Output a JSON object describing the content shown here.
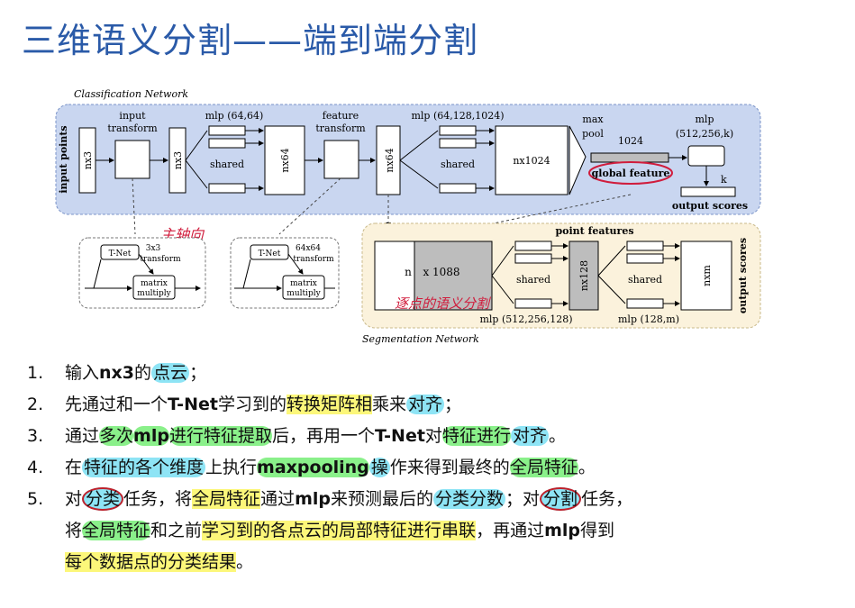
{
  "slide": {
    "title": "三维语义分割——端到端分割"
  },
  "diagram": {
    "classification_label": "Classification Network",
    "segmentation_label": "Segmentation Network",
    "input_points": "input points",
    "nx3_a": "nx3",
    "nx3_b": "nx3",
    "input_transform": [
      "input",
      "transform"
    ],
    "mlp1": "mlp (64,64)",
    "shared1": "shared",
    "nx64_a": "nx64",
    "feature_transform": [
      "feature",
      "transform"
    ],
    "nx64_b": "nx64",
    "mlp2": "mlp (64,128,1024)",
    "shared2": "shared",
    "nx1024": "nx1024",
    "max_pool": [
      "max",
      "pool"
    ],
    "v1024": "1024",
    "global_feature": "global feature",
    "mlp3": "mlp",
    "mlp3_params": "(512,256,k)",
    "k": "k",
    "output_scores": "output scores",
    "tnet1": "T-Net",
    "tnet1_transform": [
      "3x3",
      "transform"
    ],
    "matrix_multiply1": [
      "matrix",
      "multiply"
    ],
    "tnet2": "T-Net",
    "tnet2_transform": [
      "64x64",
      "transform"
    ],
    "matrix_multiply2": [
      "matrix",
      "multiply"
    ],
    "point_features": "point features",
    "n_label": "n",
    "x1088": "x 1088",
    "shared3": "shared",
    "nx128": "nx128",
    "shared4": "shared",
    "nxm": "nxm",
    "output_scores_seg": "output scores",
    "mlp4": "mlp (512,256,128)",
    "mlp5": "mlp (128,m)",
    "handwritten1": "主轴向",
    "handwritten2": "逐点的语义分割"
  },
  "list": [
    {
      "num": "1.",
      "parts": [
        [
          "输入",
          ""
        ],
        [
          "nx3",
          "b"
        ],
        [
          "的",
          ""
        ],
        [
          "点云",
          "c"
        ],
        [
          "；",
          ""
        ]
      ]
    },
    {
      "num": "2.",
      "parts": [
        [
          "先通过和一个",
          ""
        ],
        [
          "T-Net",
          "b"
        ],
        [
          "学习到的",
          ""
        ],
        [
          "转换矩阵相",
          "y"
        ],
        [
          "乘来",
          ""
        ],
        [
          "对齐",
          "c"
        ],
        [
          "；",
          ""
        ]
      ]
    },
    {
      "num": "3.",
      "parts": [
        [
          "通过",
          ""
        ],
        [
          "多次",
          "g"
        ],
        [
          "mlp",
          "gb"
        ],
        [
          "进行特征提取",
          "g"
        ],
        [
          "后，再用一个",
          ""
        ],
        [
          "T-Net",
          "b"
        ],
        [
          "对",
          ""
        ],
        [
          "特征进行",
          "g"
        ],
        [
          "对齐",
          "c"
        ],
        [
          "。",
          ""
        ]
      ]
    },
    {
      "num": "4.",
      "parts": [
        [
          "在",
          ""
        ],
        [
          "特征的各个维度",
          "c"
        ],
        [
          "上执行",
          ""
        ],
        [
          "maxpooling",
          "gb"
        ],
        [
          "操",
          "c"
        ],
        [
          "作来得到最终的",
          ""
        ],
        [
          "全局特征",
          "g"
        ],
        [
          "。",
          ""
        ]
      ]
    },
    {
      "num": "5.",
      "parts": [
        [
          "对",
          ""
        ],
        [
          "分类",
          "r"
        ],
        [
          "任务，将",
          ""
        ],
        [
          "全局特征",
          "y"
        ],
        [
          "通过",
          ""
        ],
        [
          "mlp",
          "b"
        ],
        [
          "来预测最后的",
          ""
        ],
        [
          "分类分数",
          "c"
        ],
        [
          "；对",
          ""
        ],
        [
          "分割",
          "r"
        ],
        [
          "任务，",
          ""
        ]
      ]
    },
    {
      "num": "",
      "parts": [
        [
          "将",
          ""
        ],
        [
          "全局特征",
          "g"
        ],
        [
          "和之前",
          ""
        ],
        [
          "学习到的各点云的局部特征进行串联",
          "y"
        ],
        [
          "，再通过",
          ""
        ],
        [
          "mlp",
          "b"
        ],
        [
          "得到",
          ""
        ]
      ]
    },
    {
      "num": "",
      "parts": [
        [
          "每个数据点的分类结果",
          "y"
        ],
        [
          "。",
          ""
        ]
      ]
    }
  ],
  "colors": {
    "title": "#2a5aa8",
    "class_bg": "#c9d6f0",
    "seg_bg": "#fbf2dc",
    "gray_box": "#bdbdbd",
    "red_ink": "#d01c3c",
    "highlight_yellow": "#fcf77a",
    "highlight_green": "#8af08a",
    "highlight_cyan": "#8ee4f5"
  }
}
